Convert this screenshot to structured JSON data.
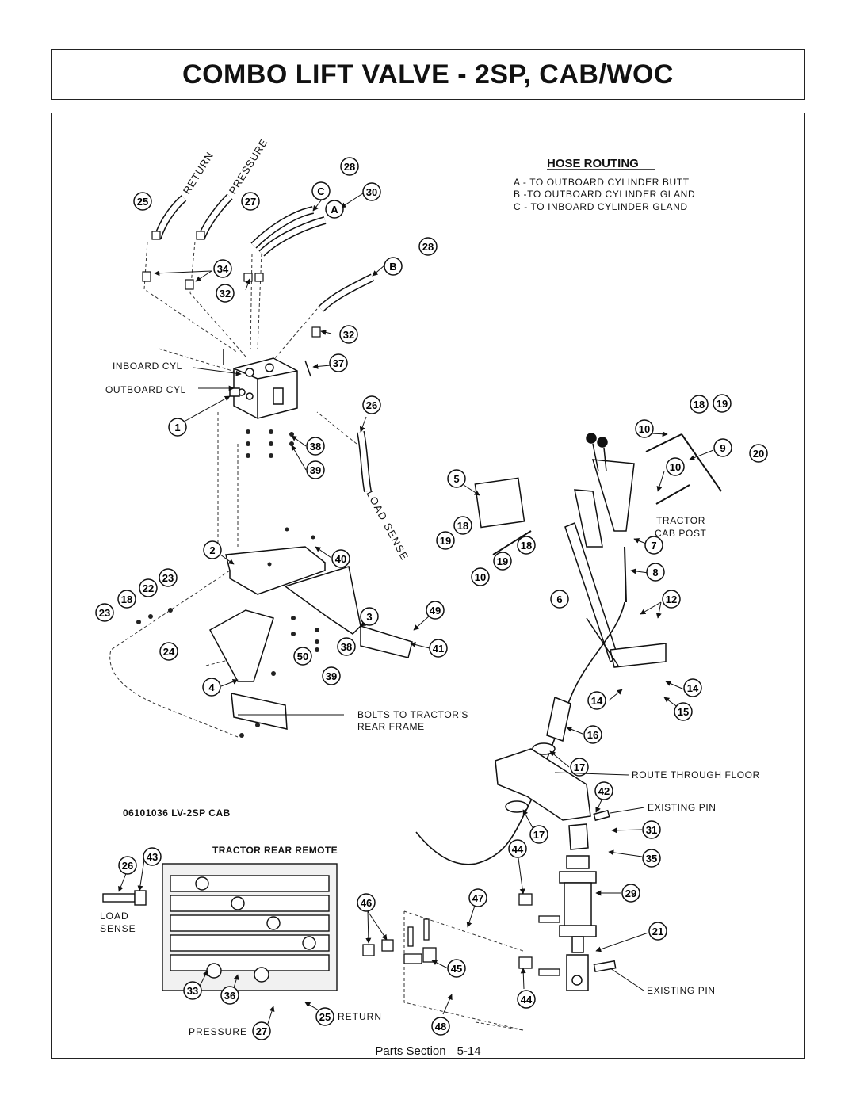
{
  "title": "COMBO LIFT VALVE - 2SP, CAB/WOC",
  "hose_routing": {
    "heading": "HOSE ROUTING",
    "lines": [
      "A - TO OUTBOARD CYLINDER BUTT",
      "B -TO OUTBOARD CYLINDER GLAND",
      "C - TO INBOARD CYLINDER GLAND"
    ]
  },
  "labels": {
    "return_top": "RETURN",
    "pressure_top": "PRESSURE",
    "inboard_cyl": "INBOARD CYL",
    "outboard_cyl": "OUTBOARD CYL",
    "load_sense_hose": "LOAD SENSE",
    "tractor_cab_post_1": "TRACTOR",
    "tractor_cab_post_2": "CAB POST",
    "bolts_1": "BOLTS TO TRACTOR'S",
    "bolts_2": "REAR FRAME",
    "route_floor": "ROUTE THROUGH FLOOR",
    "existing_pin_top": "EXISTING PIN",
    "existing_pin_bottom": "EXISTING PIN",
    "part_number": "06101036 LV-2SP CAB",
    "tractor_rear_remote": "TRACTOR REAR REMOTE",
    "load_sense_1": "LOAD",
    "load_sense_2": "SENSE",
    "return_bottom": "RETURN",
    "pressure_bottom": "PRESSURE"
  },
  "callouts": {
    "c25a": "25",
    "c27a": "27",
    "c28a": "28",
    "cC": "C",
    "c30": "30",
    "cA": "A",
    "c28b": "28",
    "cB": "B",
    "c34": "34",
    "c32a": "32",
    "c32b": "32",
    "c37": "37",
    "c1": "1",
    "c26a": "26",
    "c38a": "38",
    "c39a": "39",
    "c5": "5",
    "c18a": "18",
    "c19a": "19",
    "c18b": "18",
    "c19b": "19",
    "c10a": "10",
    "c2": "2",
    "c40": "40",
    "c23a": "23",
    "c22": "22",
    "c18c": "18",
    "c23b": "23",
    "c24": "24",
    "c3": "3",
    "c49": "49",
    "c41": "41",
    "c50": "50",
    "c38b": "38",
    "c39b": "39",
    "c4": "4",
    "c18d": "18",
    "c19c": "19",
    "c10b": "10",
    "c9": "9",
    "c20": "20",
    "c10c": "10",
    "c7": "7",
    "c8": "8",
    "c6": "6",
    "c12": "12",
    "c14a": "14",
    "c14b": "14",
    "c15": "15",
    "c16": "16",
    "c17a": "17",
    "c42": "42",
    "c31": "31",
    "c17b": "17",
    "c44a": "44",
    "c35": "35",
    "c26b": "26",
    "c43": "43",
    "c47": "47",
    "c29": "29",
    "c46": "46",
    "c21": "21",
    "c45": "45",
    "c33": "33",
    "c36": "36",
    "c44b": "44",
    "c25b": "25",
    "c27b": "27",
    "c48": "48"
  },
  "footer": {
    "section": "Parts Section",
    "page": "5-14"
  }
}
